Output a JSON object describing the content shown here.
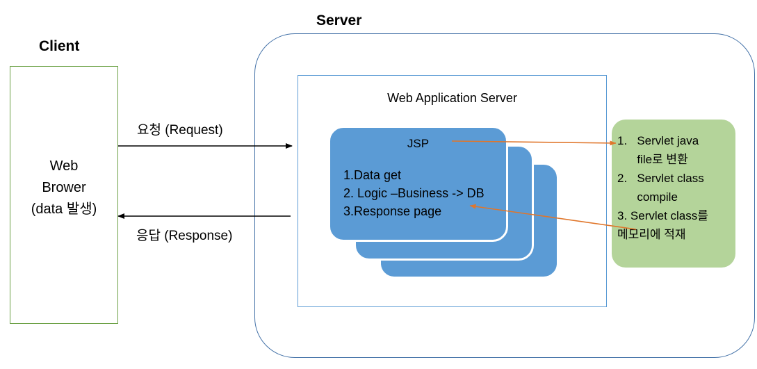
{
  "diagram": {
    "client": {
      "title": "Client",
      "box_label_lines": [
        "Web",
        "Brower",
        "(data 발생)"
      ],
      "box_label": "Web\nBrower\n(data 발생)",
      "border_color": "#6AA043"
    },
    "server": {
      "title": "Server",
      "border_color": "#4472A8"
    },
    "was": {
      "title": "Web Application Server",
      "border_color": "#5B9BD5"
    },
    "jsp": {
      "label": "JSP",
      "steps": [
        "1.Data get",
        "2. Logic –Business -> DB",
        "3.Response page"
      ],
      "steps_text": "1.Data get\n2. Logic –Business -> DB\n3.Response page",
      "card_color": "#5B9BD5",
      "card_count": 3
    },
    "servlet": {
      "steps": [
        "1.   Servlet java",
        "      file로 변환",
        "2.   Servlet class",
        "      compile",
        "3. Servlet class를",
        "메모리에 적재"
      ],
      "steps_text": "1.   Servlet java\n      file로 변환\n2.   Servlet class\n      compile\n3. Servlet class를\n메모리에 적재",
      "box_color": "#B4D49A"
    },
    "flows": {
      "request_label": "요청 (Request)",
      "response_label": "응답 (Response)",
      "arrow_color": "#000000",
      "conversion_arrow_color": "#E0762B"
    }
  }
}
